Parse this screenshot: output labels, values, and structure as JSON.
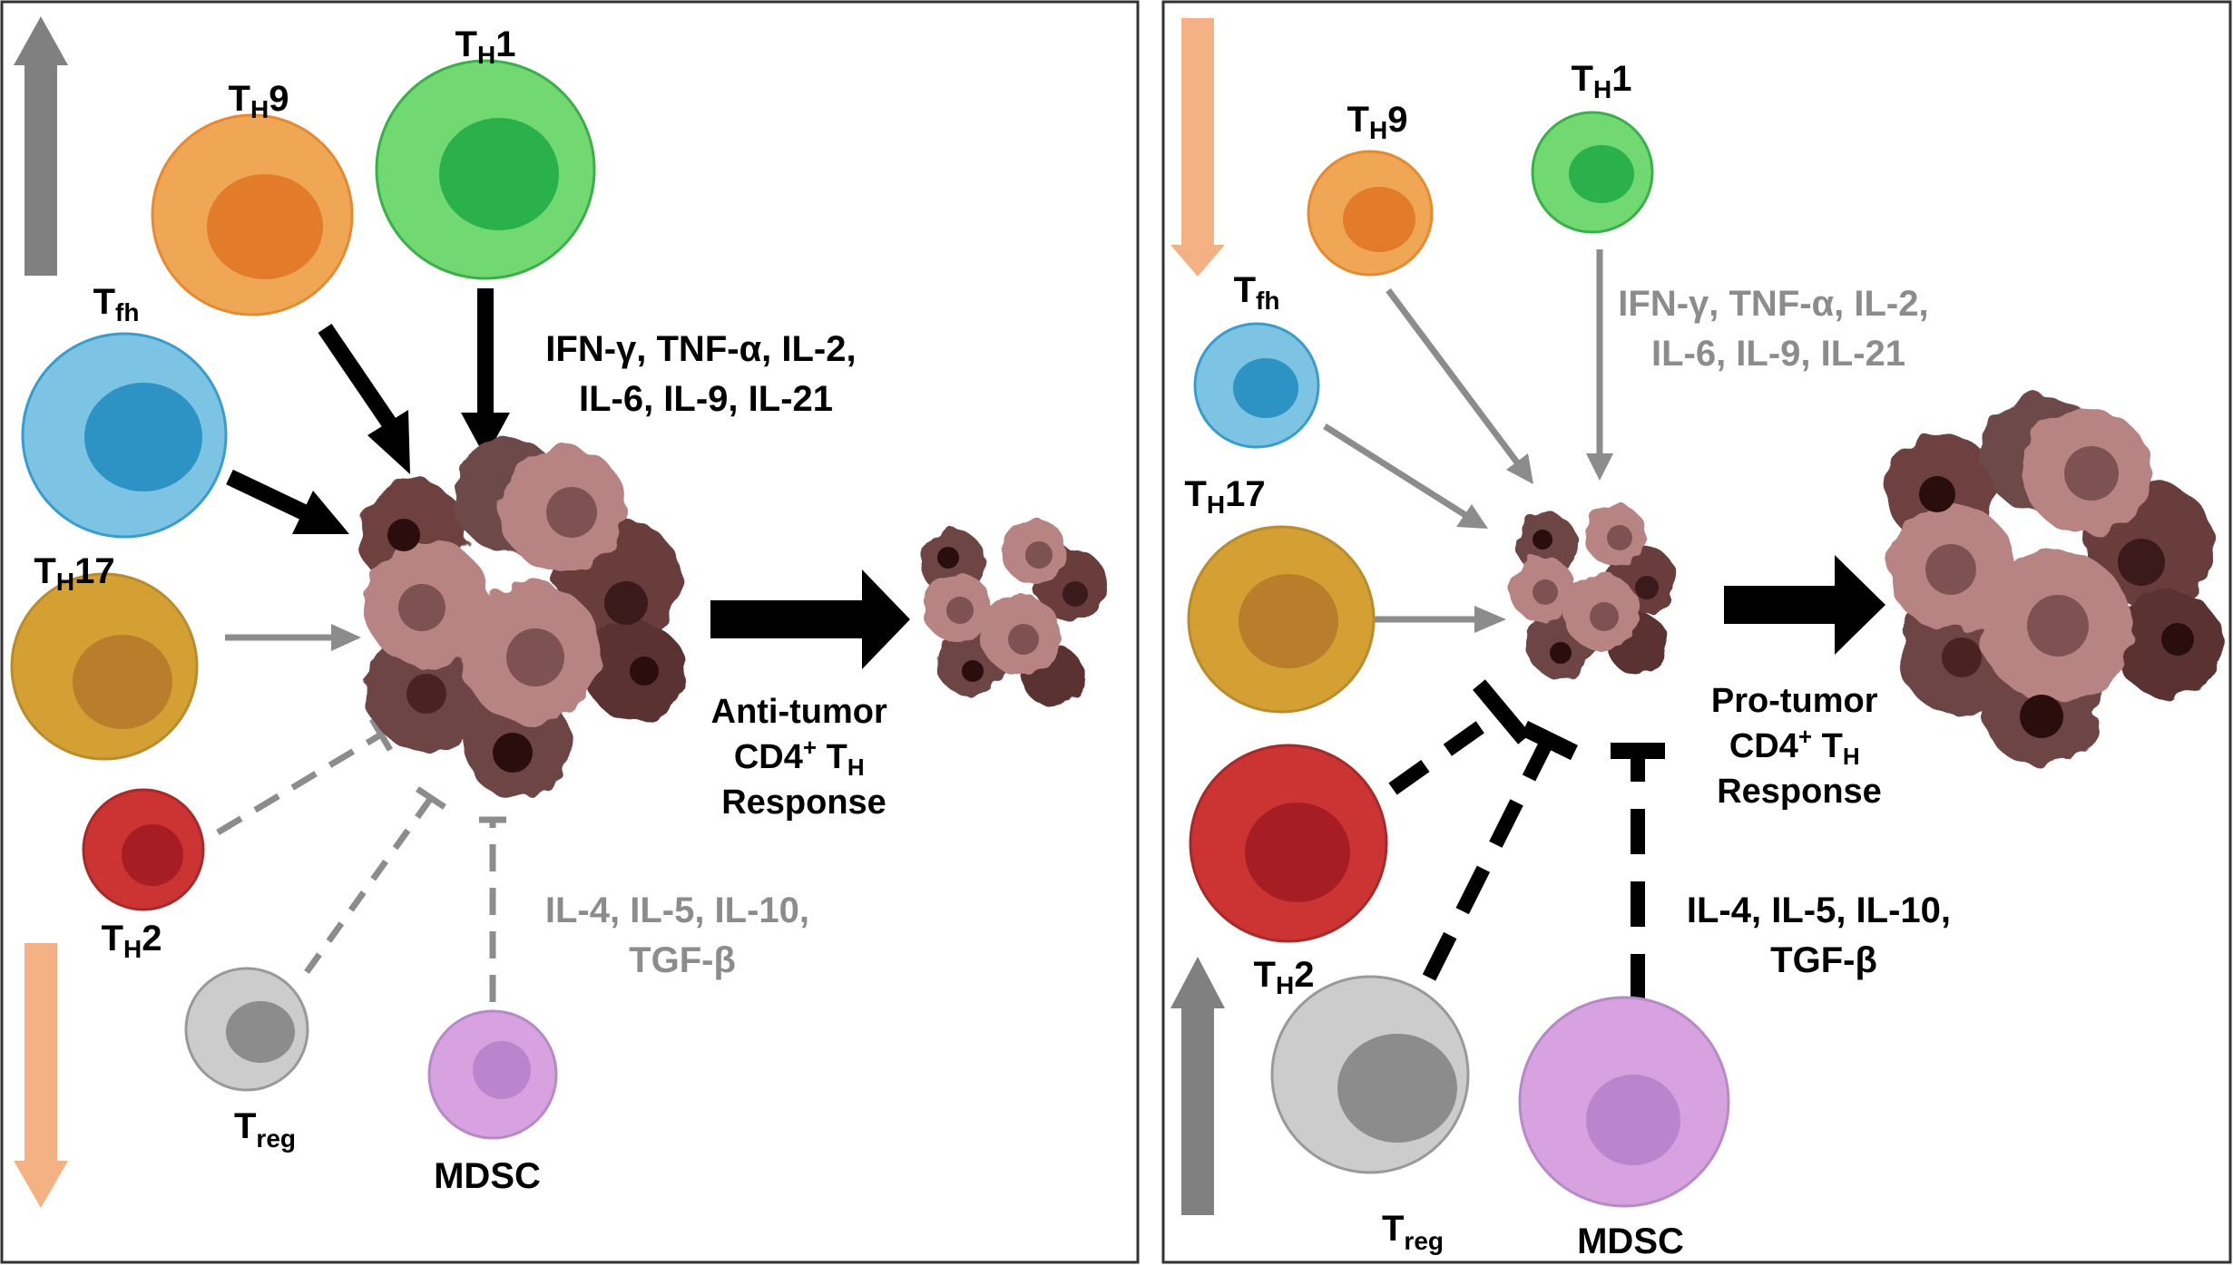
{
  "colors": {
    "up_arrow": "#808080",
    "down_arrow": "#F4B183",
    "black": "#000000",
    "gray_text": "#8C8C8C",
    "th1": [
      "#72D872",
      "#2BB14B",
      "#3BAF4A"
    ],
    "th9": [
      "#EFA655",
      "#E27C2B",
      "#E58A32"
    ],
    "tfh": [
      "#7DC3E3",
      "#2D93C5",
      "#3A9CCB"
    ],
    "th17": [
      "#D4A033",
      "#B97D2B",
      "#B88B2D"
    ],
    "th2": [
      "#CC3333",
      "#A61E24",
      "#A52A2A"
    ],
    "treg": [
      "#CCCCCC",
      "#8C8C8C",
      "#999999"
    ],
    "mdsc": [
      "#D8A2E0",
      "#BA85CC",
      "#B58AC6"
    ],
    "tumor": [
      "#8C6060",
      "#C09090",
      "#3A1A1A"
    ]
  },
  "left_panel": {
    "th1": {
      "letter": "T",
      "sub": "H",
      "tail": "1"
    },
    "th9": {
      "letter": "T",
      "sub": "H",
      "tail": "9"
    },
    "tfh": {
      "letter": "T",
      "sub": "fh",
      "tail": ""
    },
    "th17": {
      "letter": "T",
      "sub": "H",
      "tail": "17"
    },
    "th2": {
      "letter": "T",
      "sub": "H",
      "tail": "2"
    },
    "treg": {
      "letter": "T",
      "sub": "reg",
      "tail": ""
    },
    "mdsc": "MDSC",
    "cytokines_top": [
      "IFN-γ, TNF-α, IL-2,",
      "IL-6, IL-9, IL-21"
    ],
    "cytokines_bottom": [
      "IL-4, IL-5, IL-10,",
      "TGF-β"
    ],
    "response": {
      "line1": "Anti-tumor",
      "cd4": "CD4",
      "sup": "+",
      "t": " T",
      "th_sub": "H",
      "line3": "Response"
    }
  },
  "right_panel": {
    "th1": {
      "letter": "T",
      "sub": "H",
      "tail": "1"
    },
    "th9": {
      "letter": "T",
      "sub": "H",
      "tail": "9"
    },
    "tfh": {
      "letter": "T",
      "sub": "fh",
      "tail": ""
    },
    "th17": {
      "letter": "T",
      "sub": "H",
      "tail": "17"
    },
    "th2": {
      "letter": "T",
      "sub": "H",
      "tail": "2"
    },
    "treg": {
      "letter": "T",
      "sub": "reg",
      "tail": ""
    },
    "mdsc": "MDSC",
    "cytokines_top": [
      "IFN-γ, TNF-α, IL-2,",
      "IL-6, IL-9, IL-21"
    ],
    "cytokines_bottom": [
      "IL-4, IL-5, IL-10,",
      "TGF-β"
    ],
    "response": {
      "line1": "Pro-tumor",
      "cd4": "CD4",
      "sup": "+",
      "t": " T",
      "th_sub": "H",
      "line3": "Response"
    }
  }
}
